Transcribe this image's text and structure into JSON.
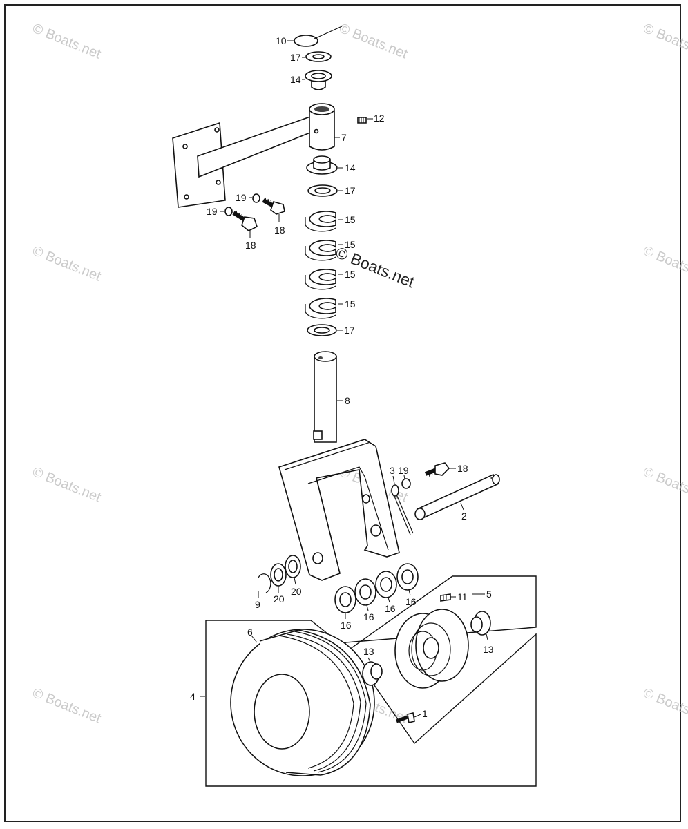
{
  "watermark": {
    "text": "© Boats.net",
    "center_text": "© Boats.net"
  },
  "callouts": [
    {
      "id": "c10",
      "text": "10"
    },
    {
      "id": "c17a",
      "text": "17"
    },
    {
      "id": "c14a",
      "text": "14"
    },
    {
      "id": "c12",
      "text": "12"
    },
    {
      "id": "c7",
      "text": "7"
    },
    {
      "id": "c14b",
      "text": "14"
    },
    {
      "id": "c17b",
      "text": "17"
    },
    {
      "id": "c19a",
      "text": "19"
    },
    {
      "id": "c19b",
      "text": "19"
    },
    {
      "id": "c18a",
      "text": "18"
    },
    {
      "id": "c18b",
      "text": "18"
    },
    {
      "id": "c15a",
      "text": "15"
    },
    {
      "id": "c15b",
      "text": "15"
    },
    {
      "id": "c15c",
      "text": "15"
    },
    {
      "id": "c15d",
      "text": "15"
    },
    {
      "id": "c17c",
      "text": "17"
    },
    {
      "id": "c8",
      "text": "8"
    },
    {
      "id": "c3",
      "text": "3"
    },
    {
      "id": "c19c",
      "text": "19"
    },
    {
      "id": "c18c",
      "text": "18"
    },
    {
      "id": "c2",
      "text": "2"
    },
    {
      "id": "c9",
      "text": "9"
    },
    {
      "id": "c20a",
      "text": "20"
    },
    {
      "id": "c20b",
      "text": "20"
    },
    {
      "id": "c16a",
      "text": "16"
    },
    {
      "id": "c16b",
      "text": "16"
    },
    {
      "id": "c16c",
      "text": "16"
    },
    {
      "id": "c16d",
      "text": "16"
    },
    {
      "id": "c11",
      "text": "11"
    },
    {
      "id": "c5",
      "text": "5"
    },
    {
      "id": "c6",
      "text": "6"
    },
    {
      "id": "c13a",
      "text": "13"
    },
    {
      "id": "c13b",
      "text": "13"
    },
    {
      "id": "c4",
      "text": "4"
    },
    {
      "id": "c1",
      "text": "1"
    }
  ]
}
